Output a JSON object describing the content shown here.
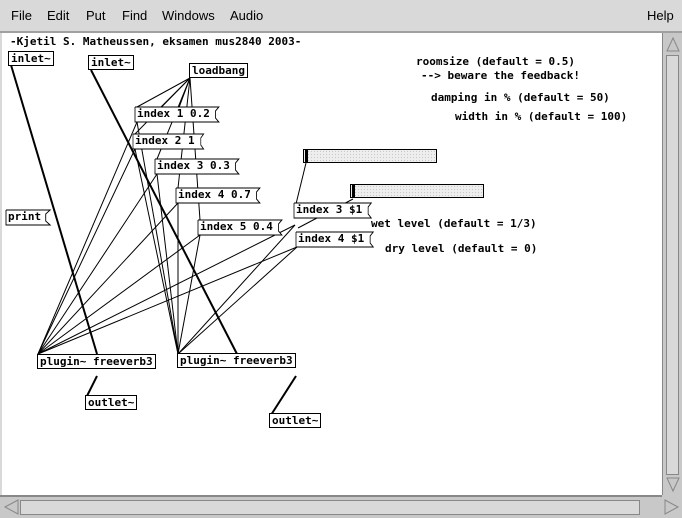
{
  "menubar": {
    "items": [
      "File",
      "Edit",
      "Put",
      "Find",
      "Windows",
      "Audio"
    ],
    "help": "Help"
  },
  "patch": {
    "header_comment": "-Kjetil S. Matheussen, eksamen mus2840 2003-",
    "objects": {
      "inlet_left": "inlet~",
      "inlet_right": "inlet~",
      "loadbang": "loadbang",
      "print": "print",
      "plugin_left": "plugin~ freeverb3",
      "plugin_right": "plugin~ freeverb3",
      "outlet_left": "outlet~",
      "outlet_right": "outlet~"
    },
    "messages": {
      "index1": "index 1 0.2",
      "index2": "index 2 1",
      "index3": "index 3 0.3",
      "index4": "index 4 0.7",
      "index5": "index 5 0.4",
      "index3_var": "index 3 $1",
      "index4_var": "index 4 $1"
    },
    "comments": {
      "roomsize": "roomsize (default = 0.5)",
      "feedback": "--> beware the feedback!",
      "damping": "damping in % (default = 50)",
      "width": "width in % (default = 100)",
      "wet": "wet level (default = 1/3)",
      "dry": "dry level (default = 0)"
    },
    "sliders": {
      "wet_slider_value": 0,
      "dry_slider_value": 0
    }
  },
  "scrollbars": {
    "vertical": "vertical-scrollbar",
    "horizontal": "horizontal-scrollbar"
  }
}
